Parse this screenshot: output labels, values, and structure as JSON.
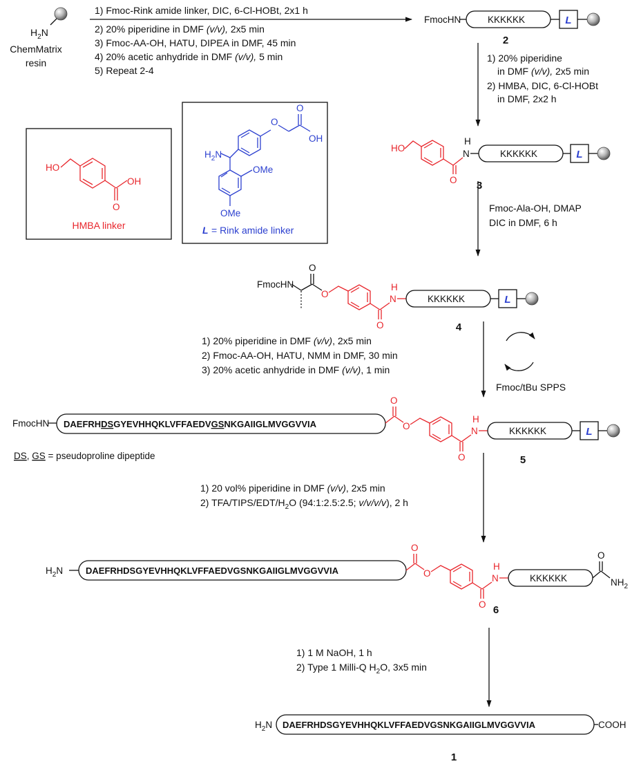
{
  "resin": {
    "amine": "H2N",
    "name_line1": "ChemMatrix",
    "name_line2": "resin"
  },
  "step1": {
    "above": "1) Fmoc-Rink amide linker, DIC, 6-Cl-HOBt,  2x1 h",
    "lines": [
      "2) 20% piperidine in DMF (v/v), 2x5 min",
      "3) Fmoc-AA-OH, HATU, DIPEA in DMF, 45 min",
      "4) 20% acetic anhydride in DMF (v/v), 5 min",
      "5) Repeat 2-4"
    ]
  },
  "common": {
    "kkkkkk": "KKKKKK",
    "L": "L",
    "fmochn": "FmocHN",
    "h2n": "H2N",
    "ho": "HO",
    "oh": "OH",
    "o": "O",
    "h": "H",
    "n": "N",
    "nh2": "NH2",
    "ome": "OMe",
    "cooh": "COOH"
  },
  "step2": {
    "lines": [
      "1) 20% piperidine",
      "in DMF (v/v), 2x5 min",
      "2) HMBA, DIC, 6-Cl-HOBt",
      "in DMF, 2x2 h"
    ]
  },
  "step3": {
    "lines": [
      "Fmoc-Ala-OH, DMAP",
      "DIC in DMF, 6 h"
    ]
  },
  "step4": {
    "lines": [
      "1) 20% piperidine in DMF (v/v), 2x5 min",
      "2) Fmoc-AA-OH, HATU, NMM in DMF, 30 min",
      "3) 20% acetic anhydride in DMF (v/v), 1 min"
    ],
    "cycle_label": "Fmoc/tBu SPPS"
  },
  "step5": {
    "lines": [
      "1) 20 vol% piperidine in DMF (v/v), 2x5 min",
      "2) TFA/TIPS/EDT/H2O (94:1:2.5:2.5; v/v/v/v), 2 h"
    ]
  },
  "step6": {
    "lines": [
      "1) 1 M NaOH, 1 h",
      "2) Type 1 Milli-Q H2O, 3x5 min"
    ]
  },
  "insets": {
    "hmba_label": "HMBA linker",
    "rink_label": "= Rink amide linker"
  },
  "sequence": {
    "s5_a": "DAEFRH",
    "s5_ds": "DS",
    "s5_b": "GYEVHHQKLVFFAEDV",
    "s5_gs": "GS",
    "s5_c": "NKGAIIGLMVGGVVIA",
    "full": "DAEFRHDSGYEVHHQKLVFFAEDVGSNKGAIIGLMVGGVVIA",
    "note": "DS, GS = pseudoproline dipeptide"
  },
  "compounds": {
    "c2": "2",
    "c3": "3",
    "c4": "4",
    "c5": "5",
    "c6": "6",
    "c1": "1"
  },
  "colors": {
    "hmba": "#e8252b",
    "rink": "#2b3fcf",
    "text": "#111111"
  }
}
